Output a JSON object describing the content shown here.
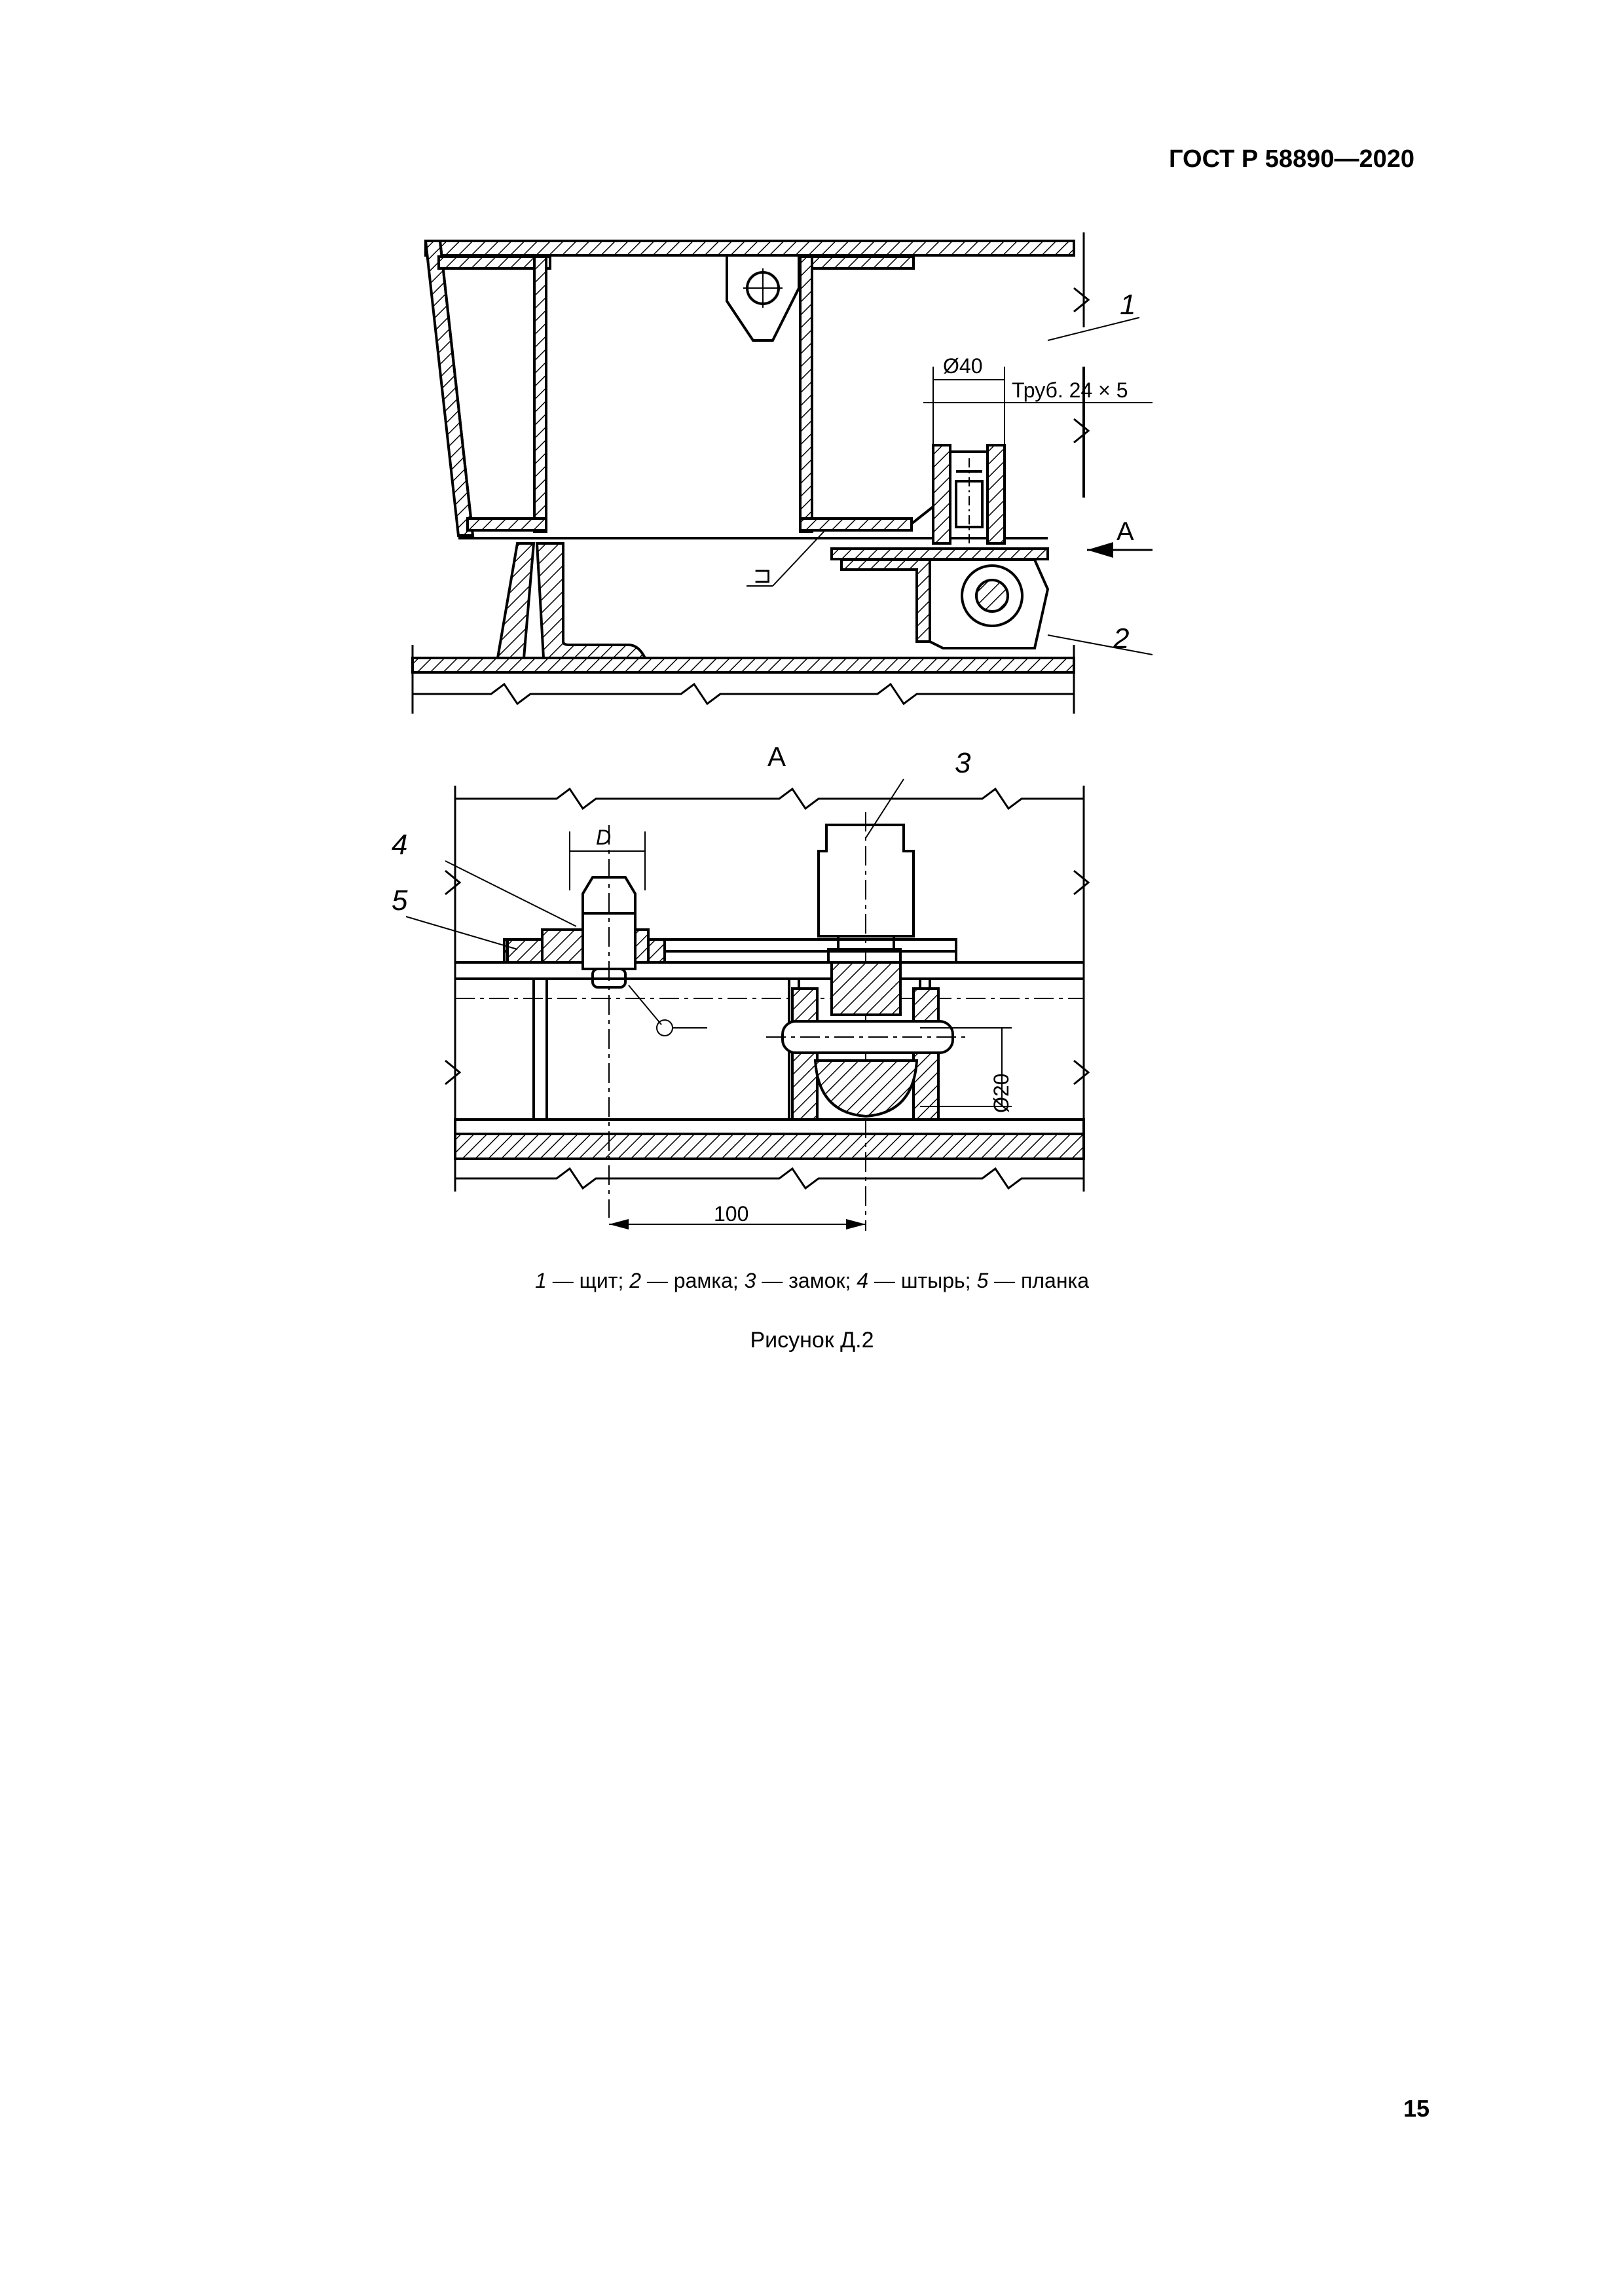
{
  "header": {
    "standard_code": "ГОСТ Р 58890—2020"
  },
  "drawing": {
    "callouts": {
      "c1": "1",
      "c2": "2",
      "c3": "3",
      "c4": "4",
      "c5": "5"
    },
    "view_label": "А",
    "view_arrow_label": "А",
    "dim_diameter_40": "Ø40",
    "pipe_label": "Труб. 24 × 5",
    "channel_symbol": "⊐",
    "dim_D": "D",
    "dim_100": "100",
    "dim_diameter_20": "Ø20"
  },
  "legend": [
    {
      "num": "1",
      "text": " — щит; "
    },
    {
      "num": "2",
      "text": " — рамка; "
    },
    {
      "num": "3",
      "text": " — замок; "
    },
    {
      "num": "4",
      "text": " — штырь; "
    },
    {
      "num": "5",
      "text": " — планка"
    }
  ],
  "figure_title": "Рисунок Д.2",
  "page_number": "15"
}
